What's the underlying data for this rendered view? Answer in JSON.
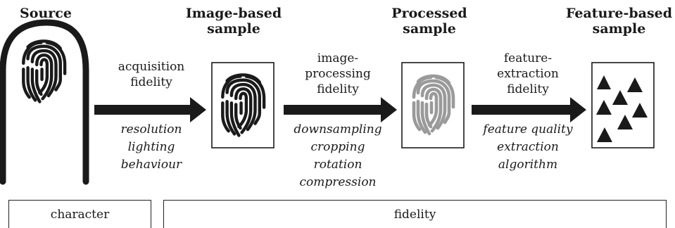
{
  "stages": {
    "source": {
      "title": "Source"
    },
    "image_based": {
      "title_line1": "Image-based",
      "title_line2": "sample"
    },
    "processed": {
      "title_line1": "Processed",
      "title_line2": "sample"
    },
    "feature_based": {
      "title_line1": "Feature-based",
      "title_line2": "sample"
    }
  },
  "transitions": [
    {
      "label_lines": [
        "acquisition",
        "fidelity"
      ],
      "factors": [
        "resolution",
        "lighting",
        "behaviour"
      ]
    },
    {
      "label_lines": [
        "image-",
        "processing",
        "fidelity"
      ],
      "factors": [
        "downsampling",
        "cropping",
        "rotation",
        "compression"
      ]
    },
    {
      "label_lines": [
        "feature-",
        "extraction",
        "fidelity"
      ],
      "factors": [
        "feature quality",
        "extraction",
        "algorithm"
      ]
    }
  ],
  "bottom_bars": {
    "left": "character",
    "right": "fidelity"
  },
  "colors": {
    "ink": "#1a1a1a",
    "processed_print": "#9a9a9a"
  },
  "icons": [
    "finger-outline-icon",
    "fingerprint-icon",
    "triangle-icon",
    "arrow-icon"
  ]
}
